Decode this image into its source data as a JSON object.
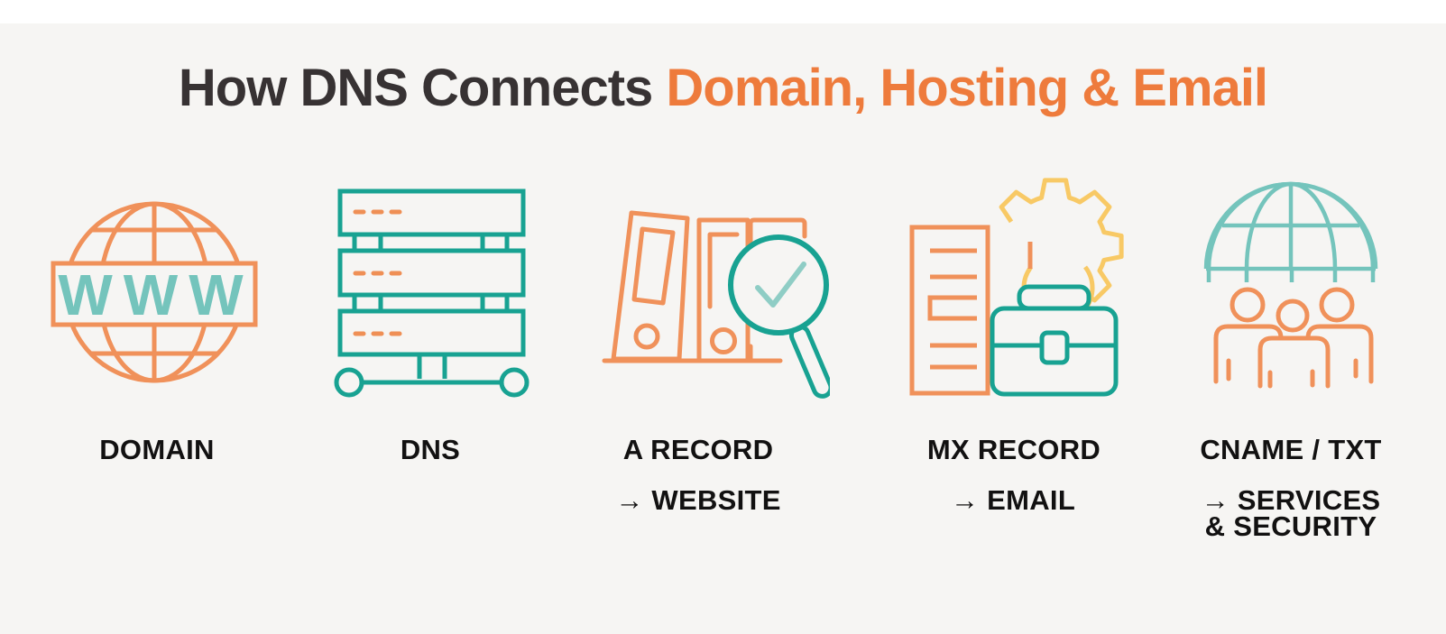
{
  "title": {
    "prefix": "How DNS Connects",
    "highlight": "Domain, Hosting & Email"
  },
  "columns": [
    {
      "id": "domain",
      "label": "DOMAIN",
      "sublabel": ""
    },
    {
      "id": "dns",
      "label": "DNS",
      "sublabel": ""
    },
    {
      "id": "a-record",
      "label": "A RECORD",
      "sublabel": "→ WEBSITE"
    },
    {
      "id": "mx-record",
      "label": "MX RECORD",
      "sublabel": "→ EMAIL"
    },
    {
      "id": "cname-txt",
      "label": "CNAME / TXT",
      "sublabel": "→ SERVICES",
      "sublabel2": "& SECURITY"
    }
  ],
  "icons": {
    "www_text": "WWW",
    "names": [
      "globe-www",
      "dns-server-stack",
      "binders-magnifier-check",
      "document-gear-briefcase",
      "dome-over-people"
    ]
  },
  "colors": {
    "background": "#f6f5f3",
    "top_strip": "#ffffff",
    "title_dark": "#373233",
    "title_orange": "#ee7b3c",
    "icon_orange": "#f0915a",
    "teal": "#18a292",
    "teal_light": "#74c4bc",
    "check_teal": "#8fcdc5",
    "gear_yellow": "#f8c965",
    "label_black": "#121111"
  }
}
